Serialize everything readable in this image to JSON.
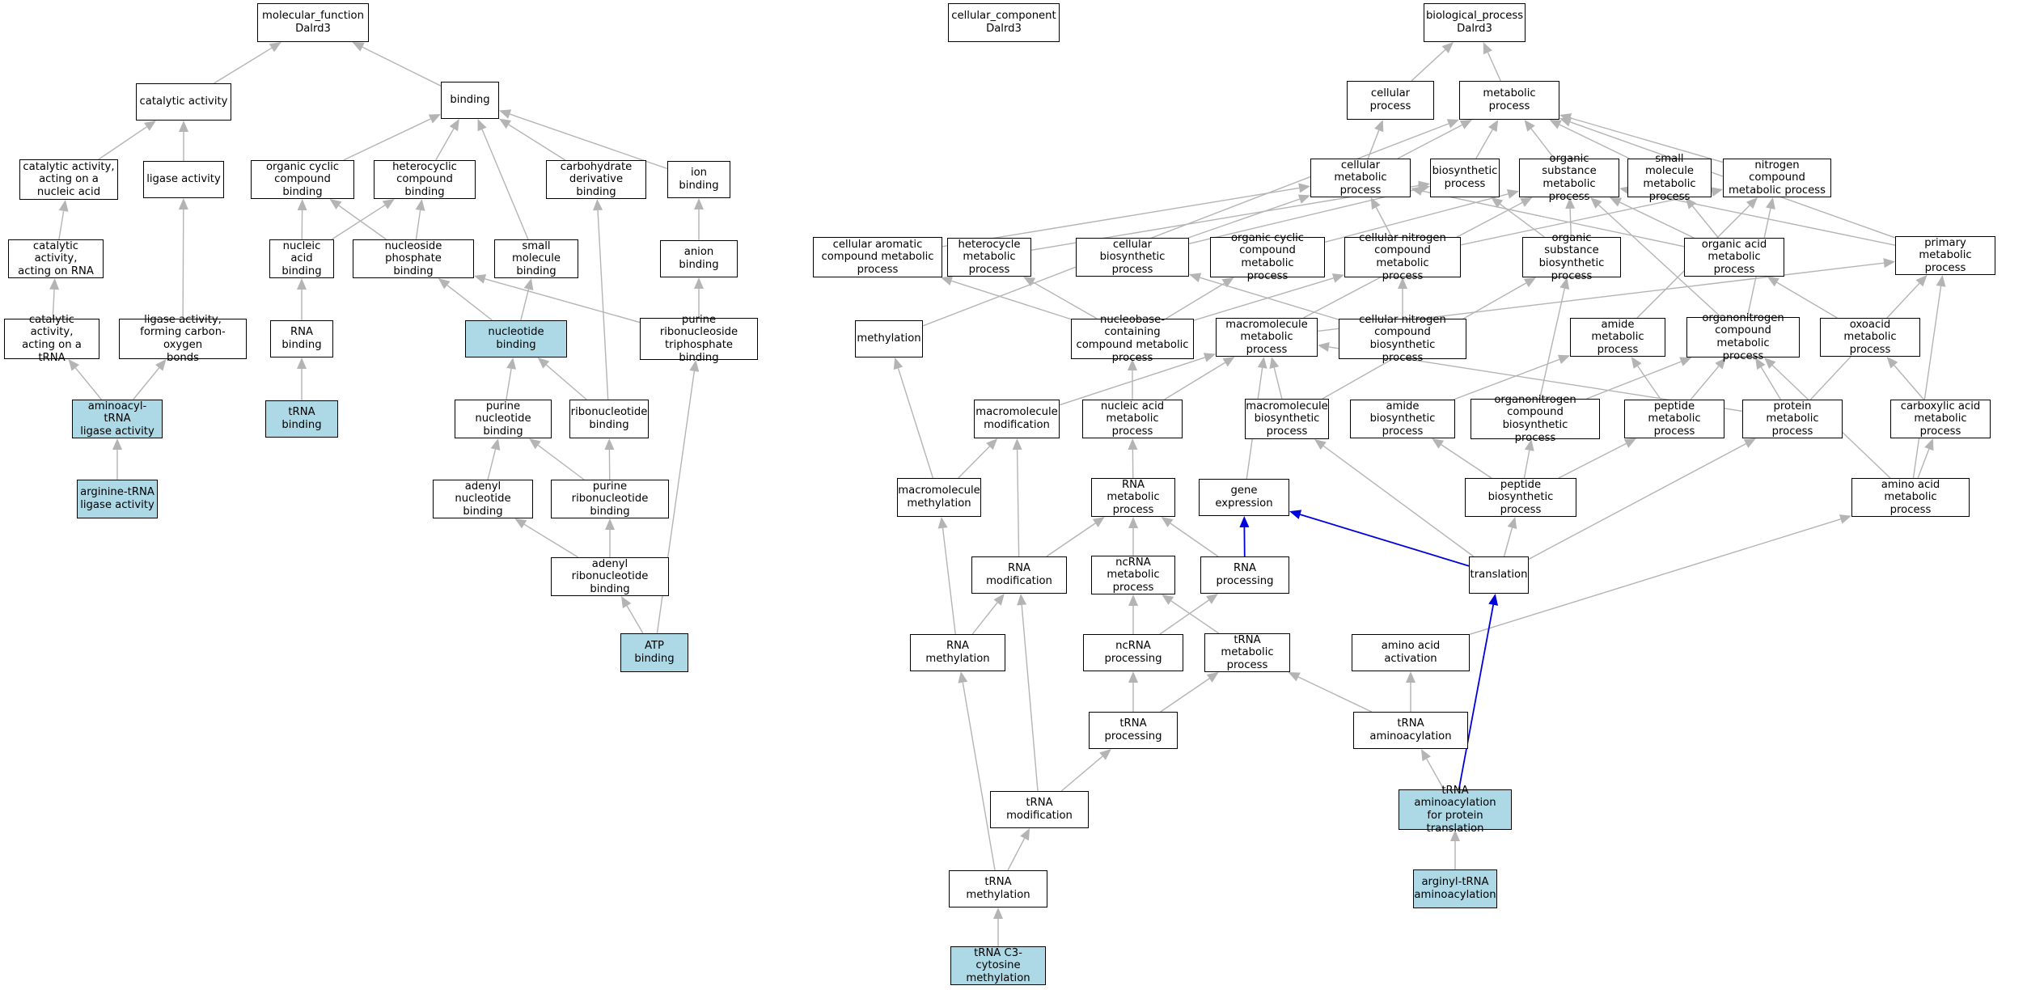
{
  "colors": {
    "edge": "#b4b4b4",
    "highlight_edge": "#0000dd",
    "highlight_fill": "#add8e6",
    "node_fill": "#ffffff",
    "node_border": "#000000"
  },
  "nodes": [
    {
      "id": "mf",
      "label": "molecular_function\nDalrd3",
      "hl": false
    },
    {
      "id": "cc",
      "label": "cellular_component\nDalrd3",
      "hl": false
    },
    {
      "id": "bp",
      "label": "biological_process\nDalrd3",
      "hl": false
    },
    {
      "id": "catalytic",
      "label": "catalytic activity",
      "hl": false
    },
    {
      "id": "binding",
      "label": "binding",
      "hl": false
    },
    {
      "id": "cat_na",
      "label": "catalytic activity,\nacting on a\nnucleic acid",
      "hl": false
    },
    {
      "id": "ligase",
      "label": "ligase activity",
      "hl": false
    },
    {
      "id": "org_cyc_bind",
      "label": "organic cyclic\ncompound binding",
      "hl": false
    },
    {
      "id": "het_bind",
      "label": "heterocyclic\ncompound binding",
      "hl": false
    },
    {
      "id": "carb_bind",
      "label": "carbohydrate\nderivative binding",
      "hl": false
    },
    {
      "id": "ion_bind",
      "label": "ion binding",
      "hl": false
    },
    {
      "id": "cat_rna",
      "label": "catalytic activity,\nacting on RNA",
      "hl": false
    },
    {
      "id": "na_bind",
      "label": "nucleic acid\nbinding",
      "hl": false
    },
    {
      "id": "nsp_bind",
      "label": "nucleoside phosphate\nbinding",
      "hl": false
    },
    {
      "id": "sm_bind",
      "label": "small molecule\nbinding",
      "hl": false
    },
    {
      "id": "anion_bind",
      "label": "anion binding",
      "hl": false
    },
    {
      "id": "cat_trna",
      "label": "catalytic activity,\nacting on a\ntRNA",
      "hl": false
    },
    {
      "id": "lig_co",
      "label": "ligase activity,\nforming carbon-oxygen\nbonds",
      "hl": false
    },
    {
      "id": "rna_bind",
      "label": "RNA binding",
      "hl": false
    },
    {
      "id": "nt_bind",
      "label": "nucleotide binding",
      "hl": true
    },
    {
      "id": "prntp_bind",
      "label": "purine ribonucleoside\ntriphosphate\nbinding",
      "hl": false
    },
    {
      "id": "aatrna_lig",
      "label": "aminoacyl-tRNA\nligase activity",
      "hl": true
    },
    {
      "id": "trna_bind",
      "label": "tRNA binding",
      "hl": true
    },
    {
      "id": "pnt_bind",
      "label": "purine nucleotide\nbinding",
      "hl": false
    },
    {
      "id": "rnt_bind",
      "label": "ribonucleotide\nbinding",
      "hl": false
    },
    {
      "id": "arg_lig",
      "label": "arginine-tRNA\nligase activity",
      "hl": true
    },
    {
      "id": "adn_bind",
      "label": "adenyl nucleotide\nbinding",
      "hl": false
    },
    {
      "id": "prn_bind",
      "label": "purine ribonucleotide\nbinding",
      "hl": false
    },
    {
      "id": "adrn_bind",
      "label": "adenyl ribonucleotide\nbinding",
      "hl": false
    },
    {
      "id": "atp_bind",
      "label": "ATP binding",
      "hl": true
    },
    {
      "id": "cell_proc",
      "label": "cellular process",
      "hl": false
    },
    {
      "id": "met_proc",
      "label": "metabolic process",
      "hl": false
    },
    {
      "id": "cell_met",
      "label": "cellular metabolic\nprocess",
      "hl": false
    },
    {
      "id": "biosyn",
      "label": "biosynthetic\nprocess",
      "hl": false
    },
    {
      "id": "org_sub_met",
      "label": "organic substance\nmetabolic process",
      "hl": false
    },
    {
      "id": "sm_met",
      "label": "small molecule\nmetabolic process",
      "hl": false
    },
    {
      "id": "nc_met",
      "label": "nitrogen compound\nmetabolic process",
      "hl": false
    },
    {
      "id": "cell_arom",
      "label": "cellular aromatic\ncompound metabolic\nprocess",
      "hl": false
    },
    {
      "id": "het_met",
      "label": "heterocycle\nmetabolic process",
      "hl": false
    },
    {
      "id": "cell_biosyn",
      "label": "cellular biosynthetic\nprocess",
      "hl": false
    },
    {
      "id": "org_cyc_met",
      "label": "organic cyclic\ncompound metabolic\nprocess",
      "hl": false
    },
    {
      "id": "cell_n_met",
      "label": "cellular nitrogen\ncompound metabolic\nprocess",
      "hl": false
    },
    {
      "id": "org_sub_bio",
      "label": "organic substance\nbiosynthetic\nprocess",
      "hl": false
    },
    {
      "id": "org_acid",
      "label": "organic acid\nmetabolic process",
      "hl": false
    },
    {
      "id": "prim_met",
      "label": "primary metabolic\nprocess",
      "hl": false
    },
    {
      "id": "methylation",
      "label": "methylation",
      "hl": false
    },
    {
      "id": "nbc_met",
      "label": "nucleobase-containing\ncompound metabolic\nprocess",
      "hl": false
    },
    {
      "id": "macro_met",
      "label": "macromolecule\nmetabolic process",
      "hl": false
    },
    {
      "id": "cell_n_bio",
      "label": "cellular nitrogen\ncompound biosynthetic\nprocess",
      "hl": false
    },
    {
      "id": "amide_met",
      "label": "amide metabolic\nprocess",
      "hl": false
    },
    {
      "id": "orgN_met",
      "label": "organonitrogen\ncompound metabolic\nprocess",
      "hl": false
    },
    {
      "id": "oxo_met",
      "label": "oxoacid metabolic\nprocess",
      "hl": false
    },
    {
      "id": "macro_mod",
      "label": "macromolecule\nmodification",
      "hl": false
    },
    {
      "id": "na_met",
      "label": "nucleic acid\nmetabolic process",
      "hl": false
    },
    {
      "id": "macro_bio",
      "label": "macromolecule\nbiosynthetic\nprocess",
      "hl": false
    },
    {
      "id": "amide_bio",
      "label": "amide biosynthetic\nprocess",
      "hl": false
    },
    {
      "id": "orgN_bio",
      "label": "organonitrogen\ncompound biosynthetic\nprocess",
      "hl": false
    },
    {
      "id": "pep_met",
      "label": "peptide metabolic\nprocess",
      "hl": false
    },
    {
      "id": "prot_met",
      "label": "protein metabolic\nprocess",
      "hl": false
    },
    {
      "id": "carbox_met",
      "label": "carboxylic acid\nmetabolic process",
      "hl": false
    },
    {
      "id": "macro_methyl",
      "label": "macromolecule\nmethylation",
      "hl": false
    },
    {
      "id": "rna_met",
      "label": "RNA metabolic\nprocess",
      "hl": false
    },
    {
      "id": "gene_expr",
      "label": "gene expression",
      "hl": false
    },
    {
      "id": "pep_bio",
      "label": "peptide biosynthetic\nprocess",
      "hl": false
    },
    {
      "id": "aa_met",
      "label": "amino acid metabolic\nprocess",
      "hl": false
    },
    {
      "id": "rna_mod",
      "label": "RNA modification",
      "hl": false
    },
    {
      "id": "ncrna_met",
      "label": "ncRNA metabolic\nprocess",
      "hl": false
    },
    {
      "id": "rna_proc",
      "label": "RNA processing",
      "hl": false
    },
    {
      "id": "translation",
      "label": "translation",
      "hl": false
    },
    {
      "id": "rna_methyl",
      "label": "RNA methylation",
      "hl": false
    },
    {
      "id": "ncrna_proc",
      "label": "ncRNA processing",
      "hl": false
    },
    {
      "id": "trna_met",
      "label": "tRNA metabolic\nprocess",
      "hl": false
    },
    {
      "id": "aa_act",
      "label": "amino acid activation",
      "hl": false
    },
    {
      "id": "trna_proc",
      "label": "tRNA processing",
      "hl": false
    },
    {
      "id": "trna_aa",
      "label": "tRNA aminoacylation",
      "hl": false
    },
    {
      "id": "trna_mod",
      "label": "tRNA modification",
      "hl": false
    },
    {
      "id": "trna_aa_pt",
      "label": "tRNA aminoacylation\nfor protein\ntranslation",
      "hl": true
    },
    {
      "id": "trna_methyl",
      "label": "tRNA methylation",
      "hl": false
    },
    {
      "id": "arg_aa",
      "label": "arginyl-tRNA\naminoacylation",
      "hl": true
    },
    {
      "id": "c3_methyl",
      "label": "tRNA C3-cytosine\nmethylation",
      "hl": true
    }
  ],
  "edges": [
    [
      "catalytic",
      "mf"
    ],
    [
      "binding",
      "mf"
    ],
    [
      "cat_na",
      "catalytic"
    ],
    [
      "ligase",
      "catalytic"
    ],
    [
      "org_cyc_bind",
      "binding"
    ],
    [
      "het_bind",
      "binding"
    ],
    [
      "carb_bind",
      "binding"
    ],
    [
      "ion_bind",
      "binding"
    ],
    [
      "sm_bind",
      "binding"
    ],
    [
      "cat_rna",
      "cat_na"
    ],
    [
      "cat_trna",
      "cat_rna"
    ],
    [
      "lig_co",
      "ligase"
    ],
    [
      "aatrna_lig",
      "cat_trna"
    ],
    [
      "aatrna_lig",
      "lig_co"
    ],
    [
      "arg_lig",
      "aatrna_lig"
    ],
    [
      "na_bind",
      "org_cyc_bind"
    ],
    [
      "na_bind",
      "het_bind"
    ],
    [
      "nsp_bind",
      "org_cyc_bind"
    ],
    [
      "nsp_bind",
      "het_bind"
    ],
    [
      "rna_bind",
      "na_bind"
    ],
    [
      "trna_bind",
      "rna_bind"
    ],
    [
      "nt_bind",
      "nsp_bind"
    ],
    [
      "nt_bind",
      "sm_bind"
    ],
    [
      "anion_bind",
      "ion_bind"
    ],
    [
      "prntp_bind",
      "anion_bind"
    ],
    [
      "prntp_bind",
      "nsp_bind"
    ],
    [
      "pnt_bind",
      "nt_bind"
    ],
    [
      "rnt_bind",
      "nt_bind"
    ],
    [
      "rnt_bind",
      "carb_bind"
    ],
    [
      "adn_bind",
      "pnt_bind"
    ],
    [
      "prn_bind",
      "pnt_bind"
    ],
    [
      "prn_bind",
      "rnt_bind"
    ],
    [
      "adrn_bind",
      "adn_bind"
    ],
    [
      "adrn_bind",
      "prn_bind"
    ],
    [
      "atp_bind",
      "adrn_bind"
    ],
    [
      "atp_bind",
      "prntp_bind"
    ],
    [
      "cell_proc",
      "bp"
    ],
    [
      "met_proc",
      "bp"
    ],
    [
      "cell_met",
      "cell_proc"
    ],
    [
      "cell_met",
      "met_proc"
    ],
    [
      "biosyn",
      "met_proc"
    ],
    [
      "org_sub_met",
      "met_proc"
    ],
    [
      "sm_met",
      "met_proc"
    ],
    [
      "nc_met",
      "met_proc"
    ],
    [
      "prim_met",
      "met_proc"
    ],
    [
      "methylation",
      "met_proc"
    ],
    [
      "cell_arom",
      "cell_met"
    ],
    [
      "het_met",
      "biosyn"
    ],
    [
      "cell_biosyn",
      "cell_met"
    ],
    [
      "cell_biosyn",
      "biosyn"
    ],
    [
      "org_cyc_met",
      "org_sub_met"
    ],
    [
      "cell_n_met",
      "cell_met"
    ],
    [
      "cell_n_met",
      "nc_met"
    ],
    [
      "org_sub_bio",
      "biosyn"
    ],
    [
      "org_sub_bio",
      "org_sub_met"
    ],
    [
      "org_acid",
      "cell_met"
    ],
    [
      "org_acid",
      "sm_met"
    ],
    [
      "org_acid",
      "org_sub_met"
    ],
    [
      "prim_met",
      "org_sub_met"
    ],
    [
      "nbc_met",
      "cell_arom"
    ],
    [
      "nbc_met",
      "het_met"
    ],
    [
      "nbc_met",
      "org_cyc_met"
    ],
    [
      "nbc_met",
      "cell_n_met"
    ],
    [
      "macro_met",
      "prim_met"
    ],
    [
      "macro_met",
      "org_sub_met"
    ],
    [
      "cell_n_bio",
      "cell_n_met"
    ],
    [
      "cell_n_bio",
      "cell_biosyn"
    ],
    [
      "amide_met",
      "nc_met"
    ],
    [
      "orgN_met",
      "nc_met"
    ],
    [
      "orgN_met",
      "org_sub_met"
    ],
    [
      "oxo_met",
      "org_acid"
    ],
    [
      "macro_mod",
      "macro_met"
    ],
    [
      "na_met",
      "nbc_met"
    ],
    [
      "na_met",
      "macro_met"
    ],
    [
      "macro_bio",
      "macro_met"
    ],
    [
      "macro_bio",
      "org_sub_bio"
    ],
    [
      "amide_bio",
      "amide_met"
    ],
    [
      "orgN_bio",
      "orgN_met"
    ],
    [
      "orgN_bio",
      "org_sub_bio"
    ],
    [
      "pep_met",
      "amide_met"
    ],
    [
      "pep_met",
      "orgN_met"
    ],
    [
      "prot_met",
      "macro_met"
    ],
    [
      "prot_met",
      "prim_met"
    ],
    [
      "prot_met",
      "orgN_met"
    ],
    [
      "carbox_met",
      "oxo_met"
    ],
    [
      "macro_methyl",
      "methylation"
    ],
    [
      "macro_methyl",
      "macro_mod"
    ],
    [
      "rna_met",
      "na_met"
    ],
    [
      "gene_expr",
      "macro_met"
    ],
    [
      "pep_bio",
      "amide_bio"
    ],
    [
      "pep_bio",
      "orgN_bio"
    ],
    [
      "pep_bio",
      "pep_met"
    ],
    [
      "aa_met",
      "orgN_met"
    ],
    [
      "aa_met",
      "carbox_met"
    ],
    [
      "aa_met",
      "prim_met"
    ],
    [
      "rna_mod",
      "rna_met"
    ],
    [
      "rna_mod",
      "macro_mod"
    ],
    [
      "ncrna_met",
      "rna_met"
    ],
    [
      "rna_proc",
      "rna_met"
    ],
    [
      "translation",
      "macro_bio"
    ],
    [
      "translation",
      "pep_bio"
    ],
    [
      "translation",
      "prot_met"
    ],
    [
      "rna_methyl",
      "macro_methyl"
    ],
    [
      "rna_methyl",
      "rna_mod"
    ],
    [
      "ncrna_proc",
      "ncrna_met"
    ],
    [
      "ncrna_proc",
      "rna_proc"
    ],
    [
      "trna_met",
      "ncrna_met"
    ],
    [
      "aa_act",
      "aa_met"
    ],
    [
      "trna_proc",
      "ncrna_proc"
    ],
    [
      "trna_proc",
      "trna_met"
    ],
    [
      "trna_aa",
      "aa_act"
    ],
    [
      "trna_aa",
      "trna_met"
    ],
    [
      "trna_mod",
      "rna_mod"
    ],
    [
      "trna_mod",
      "trna_proc"
    ],
    [
      "trna_aa_pt",
      "trna_aa"
    ],
    [
      "trna_methyl",
      "rna_methyl"
    ],
    [
      "trna_methyl",
      "trna_mod"
    ],
    [
      "arg_aa",
      "trna_aa_pt"
    ],
    [
      "c3_methyl",
      "trna_methyl"
    ]
  ],
  "highlight_edges": [
    [
      "rna_proc",
      "gene_expr"
    ],
    [
      "translation",
      "gene_expr"
    ],
    [
      "trna_aa_pt",
      "translation"
    ]
  ]
}
